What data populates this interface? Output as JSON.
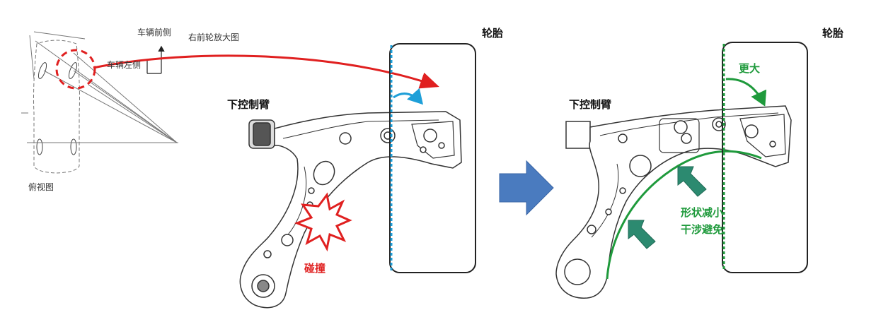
{
  "labels": {
    "vehicle_front": "车辆前侧",
    "right_front_wheel_zoom": "右前轮放大图",
    "vehicle_left": "车辆左侧",
    "top_view": "俯视图",
    "tire_left": "轮胎",
    "tire_right": "轮胎",
    "lower_arm_left": "下控制臂",
    "lower_arm_right": "下控制臂",
    "collision": "碰撞",
    "larger": "更大",
    "shape_reduced": "形状减小",
    "interference_avoided": "干涉避免"
  },
  "colors": {
    "red": "#e02020",
    "cyan": "#1e9fd8",
    "green": "#1f9a3c",
    "arrow_blue": "#4a7bbf",
    "outline": "#333333"
  },
  "icons": {
    "collision_burst": "collision-burst-icon",
    "process_arrow": "right-arrow-icon"
  }
}
